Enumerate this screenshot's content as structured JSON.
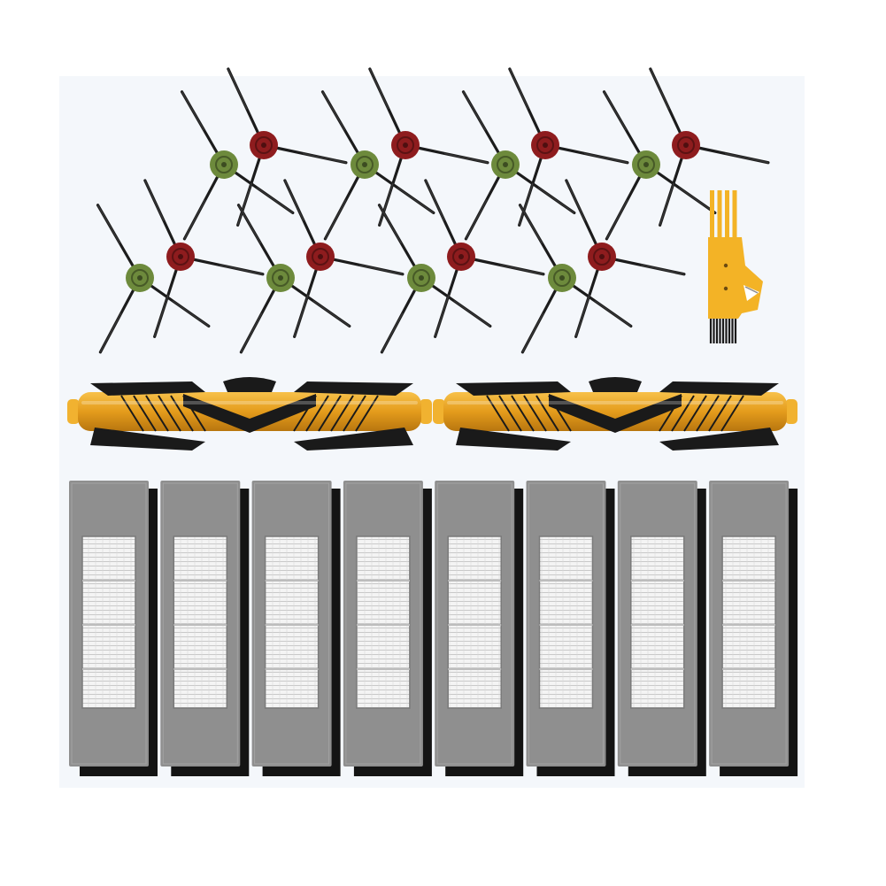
{
  "image": {
    "subject": "robot-vacuum-replacement-parts-kit",
    "background_color": "#ffffff",
    "panel_color": "#f4f7fb"
  },
  "components": {
    "side_brushes": {
      "count": 16,
      "arm_color": "#1c1c1c",
      "red_hub_color": "#8e1c1e",
      "green_hub_color": "#6d8a3c"
    },
    "main_brushes": {
      "count": 2,
      "core_color": "#e6a320",
      "bristle_color": "#1a1a1a",
      "end_cap_color": "#f1b230"
    },
    "filters": {
      "count": 8,
      "frame_color": "#8f8f8f",
      "media_color": "#f2f2f2",
      "sponge_color": "#141414"
    },
    "cleaning_tool": {
      "count": 1,
      "body_color": "#f3b326",
      "bristle_color": "#1a1a1a"
    }
  }
}
